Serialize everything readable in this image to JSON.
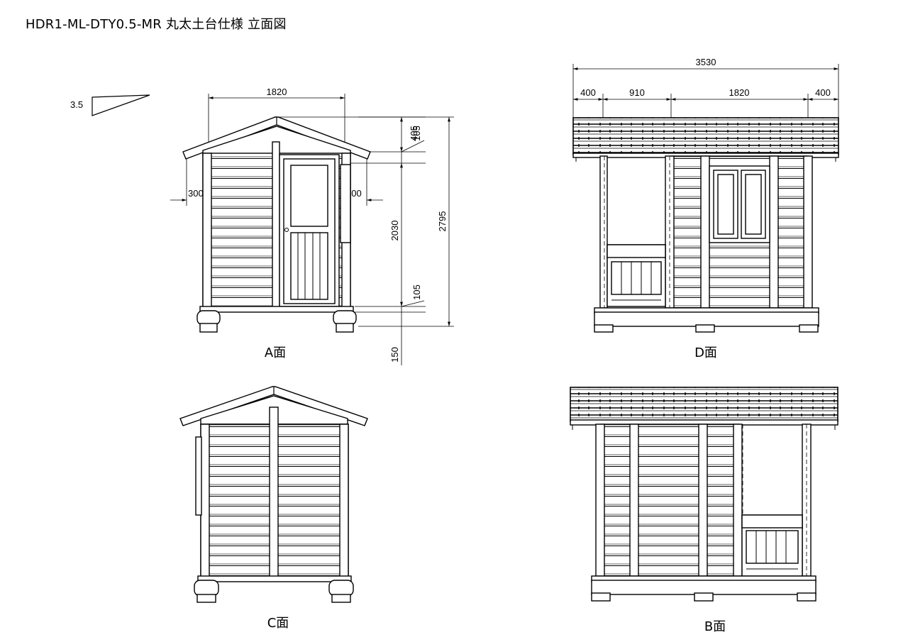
{
  "title": "HDR1-ML-DTY0.5-MR  丸太土台仕様  立面図",
  "roof_pitch": "3.5",
  "views": {
    "a": "A面",
    "b": "B面",
    "c": "C面",
    "d": "D面"
  },
  "dims_a": {
    "width": "1820",
    "left_eave": "300",
    "right_eave": "300",
    "roof_rise": "405",
    "top_plate": "105",
    "wall_height": "2030",
    "total_height": "2795",
    "sill": "105",
    "log_base": "150"
  },
  "dims_d": {
    "overall": "3530",
    "left_overhang": "400",
    "porch": "910",
    "body": "1820",
    "right_overhang": "400"
  }
}
